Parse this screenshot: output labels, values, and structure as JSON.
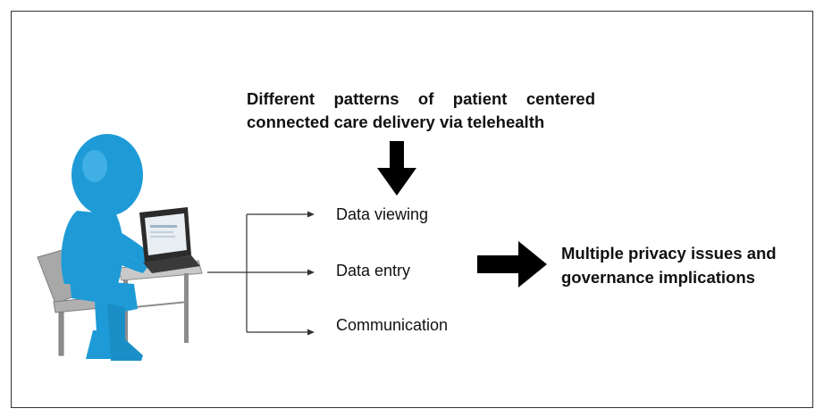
{
  "title": {
    "line1": "Different patterns of patient centered",
    "line2": "connected care delivery via telehealth"
  },
  "patterns": [
    {
      "label": "Data viewing"
    },
    {
      "label": "Data entry"
    },
    {
      "label": "Communication"
    }
  ],
  "outcome": {
    "line1": "Multiple privacy issues and",
    "line2": "governance implications"
  },
  "colors": {
    "figure_blue": "#1e9bd7",
    "arrow": "#000000",
    "chair": "#9a9a9a",
    "laptop": "#2b2b2b"
  }
}
